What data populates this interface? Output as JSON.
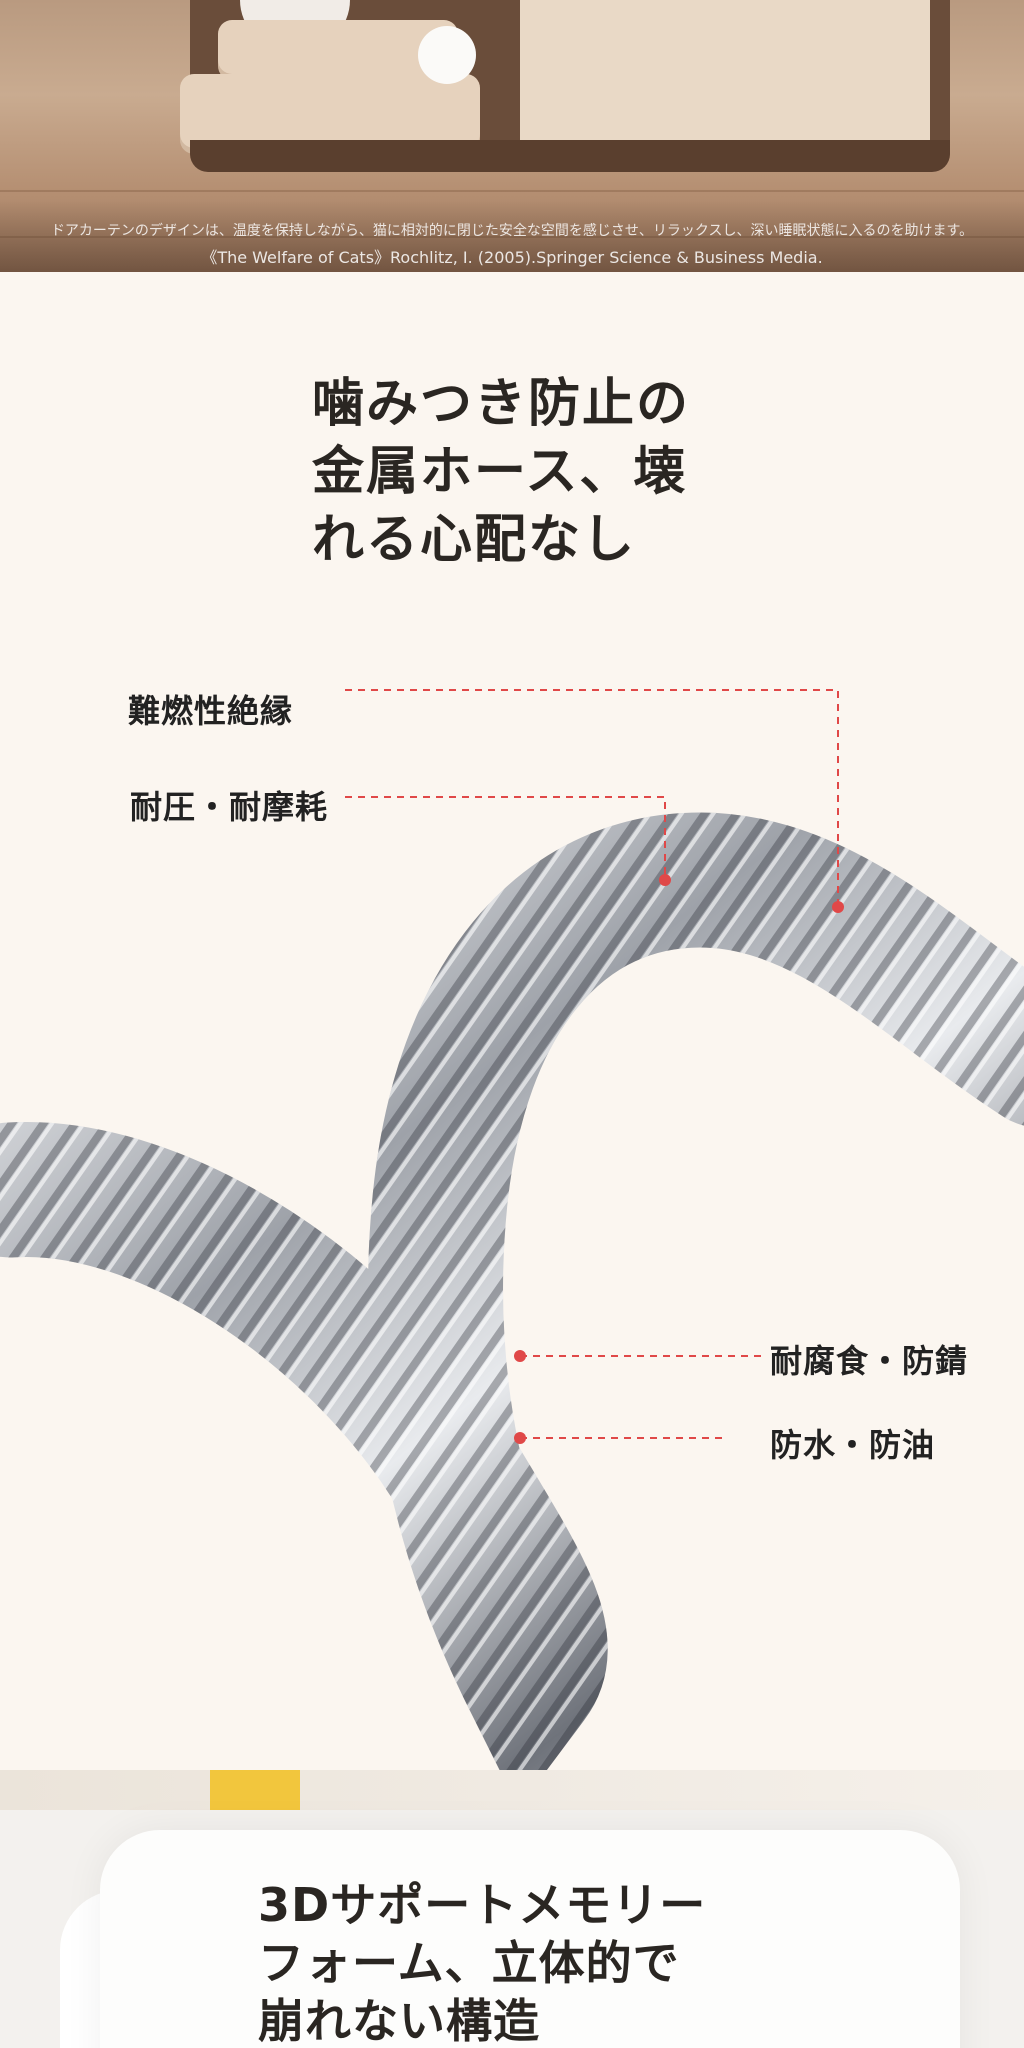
{
  "top_banner": {
    "caption_line1": "ドアカーテンのデザインは、温度を保持しながら、猫に相対的に閉じた安全な空間を感じさせ、リラックスし、深い睡眠状態に入るのを助けます。",
    "caption_line2": "《The Welfare of Cats》Rochlitz, I. (2005).Springer Science & Business Media."
  },
  "section_hose": {
    "headline": [
      "噛みつき防止の",
      "金属ホース、壊",
      "れる心配なし"
    ],
    "labels": {
      "flame_retardant": "難燃性絶縁",
      "pressure_wear": "耐圧・耐摩耗",
      "corrosion_rust": "耐腐食・防錆",
      "water_oil": "防水・防油"
    },
    "accent_color": "#e04848",
    "hose_color": "#b9bcc2"
  },
  "section_memory": {
    "headline": [
      "3Dサポートメモリー",
      "フォーム、立体的で",
      "崩れない構造"
    ]
  }
}
